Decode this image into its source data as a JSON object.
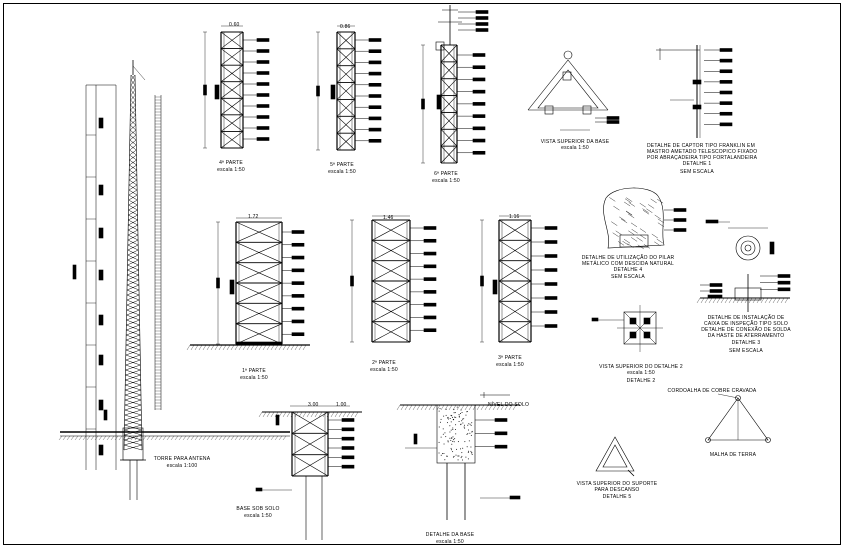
{
  "labels": {
    "part4": "4ª PARTE",
    "part5": "5ª PARTE",
    "part6": "6ª PARTE",
    "part1": "1ª PARTE",
    "part2": "2ª PARTE",
    "part3": "3ª PARTE",
    "scale150": "escala 1:50",
    "scale1100": "escala 1:100",
    "tower": "TORRE PARA ANTENA",
    "base_top_view": "VISTA SUPERIOR DA BASE",
    "lightning_l1": "DETALHE DE CAPTOR TIPO FRANKLIN EM",
    "lightning_l2": "MASTRO AMETADO TELESCOPICO FIXADO",
    "lightning_l3": "POR ABRAÇADEIRA TIPO FORTALANDEIRA",
    "detail1": "DETALHE 1",
    "no_scale": "SEM ESCALA",
    "pillar_l1": "DETALHE DE UTILIZAÇÃO DO PILAR",
    "pillar_l2": "METÁLICO COM DESCIDA NATURAL",
    "detail4": "DETALHE 4",
    "inspection_l1": "DETALHE DE INSTALAÇÃO DE",
    "inspection_l2": "CAIXA DE INSPEÇÃO TIPO SOLO",
    "inspection_l3": "DETALHE DE CONEXÃO DE SOLDA",
    "inspection_l4": "DA HASTE DE ATERRAMENTO",
    "detail3": "DETALHE 3",
    "detail2_view": "VISTA SUPERIOR DO DETALHE 2",
    "detail2": "DETALHE 2",
    "ground_level": "NÍVEL DO SOLO",
    "dim_300": "3.00",
    "dim_100": "1.00",
    "dim_172": "1.72",
    "dim_146": "1.46",
    "dim_116": "1.16",
    "dim_86": "0.86",
    "dim_60": "0.60",
    "soil_base": "BASE SOB SOLO",
    "base_detail": "DETALHE DA BASE",
    "support_l1": "VISTA SUPERIOR DO SUPORTE",
    "support_l2": "PARA DESCANSO",
    "detail5": "DETALHE 5",
    "ground_mesh": "MALHA DE TERRA",
    "mesh_cable": "CORDOALHA DE COBRE CRAVADA"
  }
}
